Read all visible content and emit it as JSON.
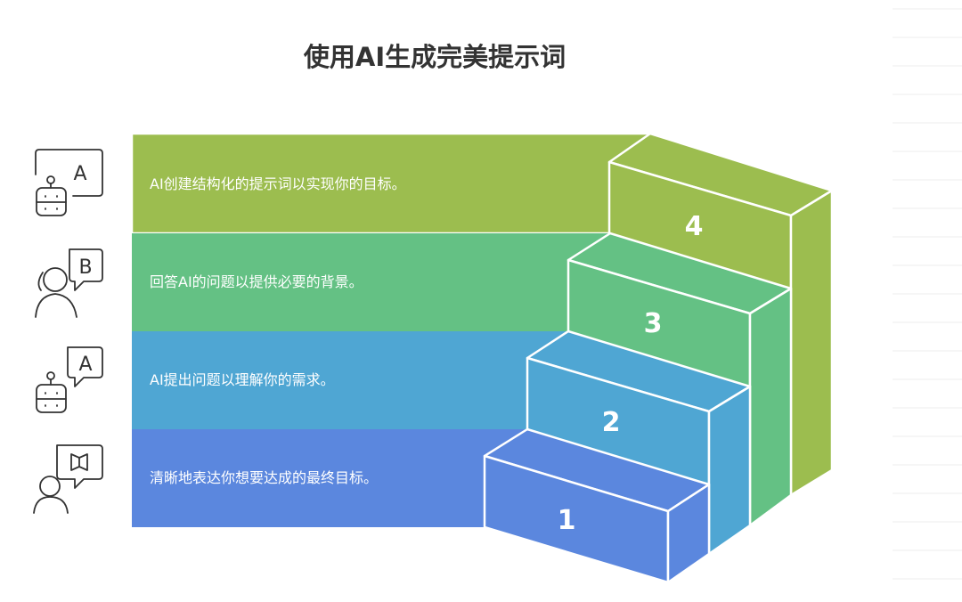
{
  "title": "使用AI生成完美提示词",
  "steps": [
    {
      "number": "1",
      "label": "清晰地表达你想要达成的最终目标。",
      "color": "#5b87de",
      "icon": "person-chat-book-icon"
    },
    {
      "number": "2",
      "label": "AI提出问题以理解你的需求。",
      "color": "#4fa6d3",
      "icon": "robot-chat-a-icon"
    },
    {
      "number": "3",
      "label": "回答AI的问题以提供必要的背景。",
      "color": "#64c184",
      "icon": "person-chat-b-icon"
    },
    {
      "number": "4",
      "label": "AI创建结构化的提示词以实现你的目标。",
      "color": "#9cbd4f",
      "icon": "robot-board-a-icon"
    }
  ],
  "icon_letters": {
    "a": "A",
    "b": "B"
  }
}
